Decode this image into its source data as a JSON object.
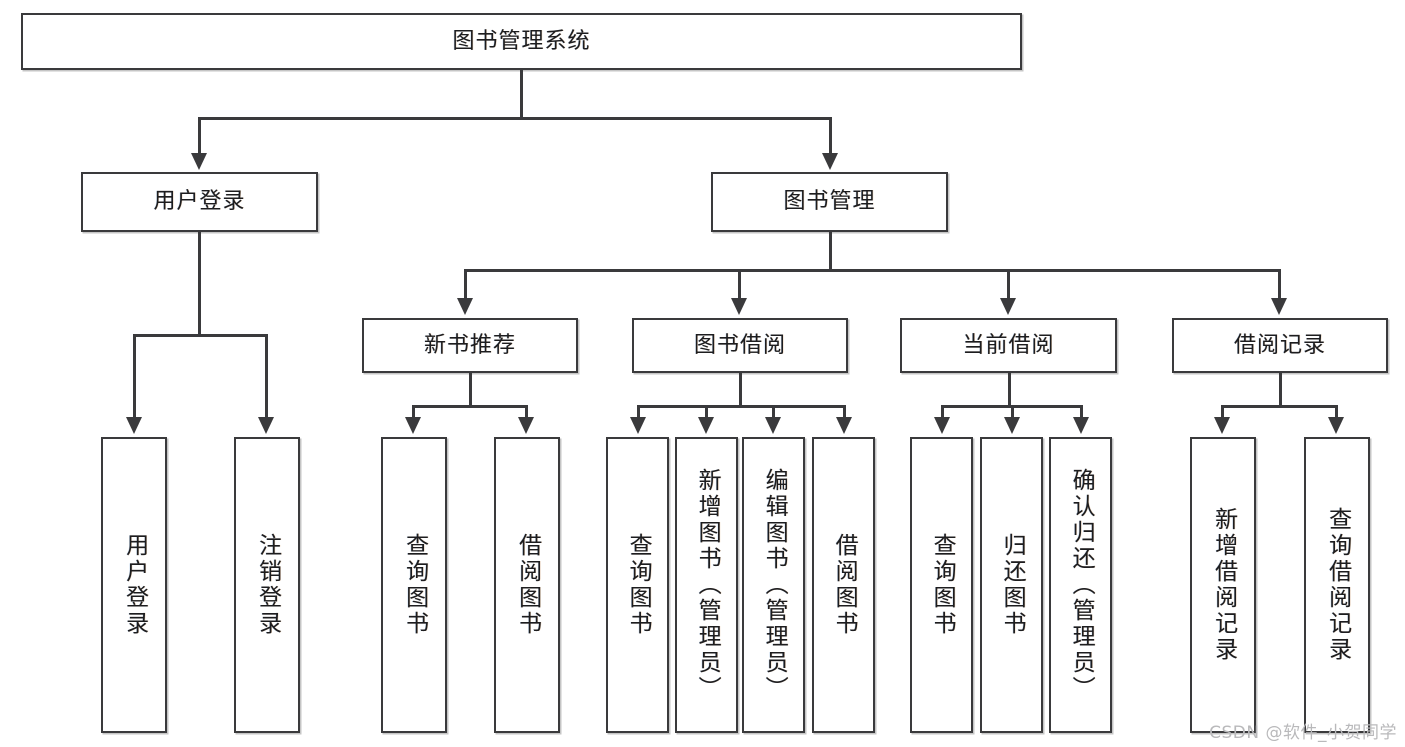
{
  "diagram": {
    "title": "图书管理系统",
    "type": "tree-hierarchy",
    "watermark": "CSDN @软件_小贺同学",
    "colors": {
      "stroke": "#3a3a3c",
      "fill": "#ffffff",
      "text": "#1d1d1f",
      "watermark": "#b9b9bb"
    },
    "root": {
      "label": "图书管理系统"
    },
    "level2": [
      {
        "label": "用户登录"
      },
      {
        "label": "图书管理"
      }
    ],
    "level3": [
      {
        "label": "新书推荐"
      },
      {
        "label": "图书借阅"
      },
      {
        "label": "当前借阅"
      },
      {
        "label": "借阅记录"
      }
    ],
    "leaves": {
      "user_login": [
        {
          "label": "用户登录"
        },
        {
          "label": "注销登录"
        }
      ],
      "new_book_recommend": [
        {
          "label": "查询图书"
        },
        {
          "label": "借阅图书"
        }
      ],
      "book_borrow": [
        {
          "label": "查询图书"
        },
        {
          "label": "新增图书（管理员）"
        },
        {
          "label": "编辑图书（管理员）"
        },
        {
          "label": "借阅图书"
        }
      ],
      "current_borrow": [
        {
          "label": "查询图书"
        },
        {
          "label": "归还图书"
        },
        {
          "label": "确认归还（管理员）"
        }
      ],
      "borrow_record": [
        {
          "label": "新增借阅记录"
        },
        {
          "label": "查询借阅记录"
        }
      ]
    }
  }
}
